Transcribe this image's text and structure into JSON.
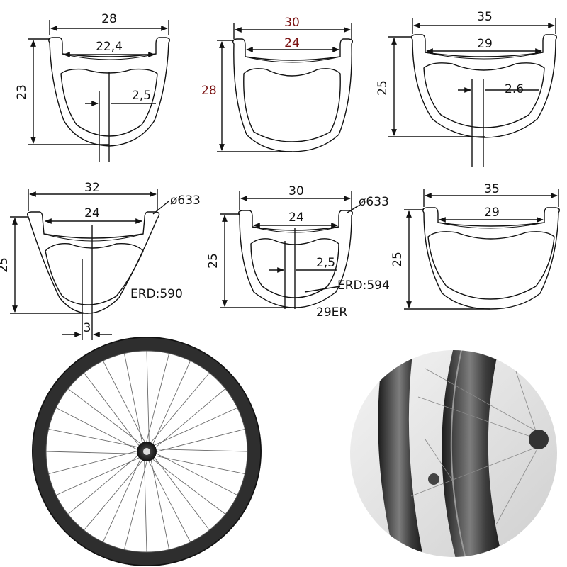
{
  "colors": {
    "line": "#111111",
    "accent_red": "#7a1010",
    "rim_dark": "#2e2e2e",
    "photo_bg": "#d8d8d8"
  },
  "profiles": [
    {
      "outer_width": "28",
      "inner_width": "22,4",
      "height": "23",
      "wall": "2,5"
    },
    {
      "outer_width": "30",
      "inner_width": "24",
      "height": "28"
    },
    {
      "outer_width": "35",
      "inner_width": "29",
      "height": "25",
      "wall": "2.6"
    },
    {
      "outer_width": "32",
      "inner_width": "24",
      "height": "25",
      "diameter": "ø633",
      "erd": "ERD:590",
      "bead": "3"
    },
    {
      "outer_width": "30",
      "inner_width": "24",
      "height": "25",
      "wall": "2,5",
      "diameter": "ø633",
      "erd": "ERD:594",
      "size": "29ER"
    },
    {
      "outer_width": "35",
      "inner_width": "29",
      "height": "25"
    }
  ],
  "photos": {
    "wheel_icon": "bicycle-wheel-icon",
    "closeup_icon": "rim-closeup-icon"
  }
}
